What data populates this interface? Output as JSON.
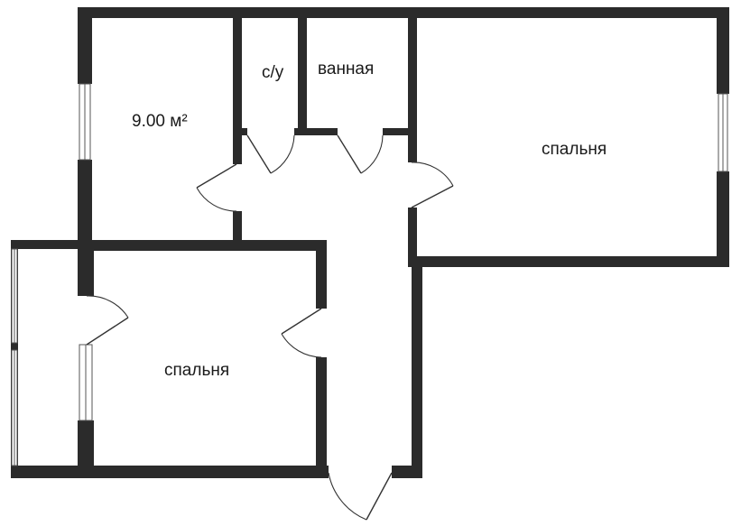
{
  "floor_plan": {
    "rooms": [
      {
        "id": "room-kitchen",
        "label": "9.00 м²"
      },
      {
        "id": "room-toilet",
        "label": "с/у"
      },
      {
        "id": "room-bathroom",
        "label": "ванная"
      },
      {
        "id": "room-bedroom-right",
        "label": "спальня"
      },
      {
        "id": "room-bedroom-left",
        "label": "спальня"
      }
    ]
  }
}
